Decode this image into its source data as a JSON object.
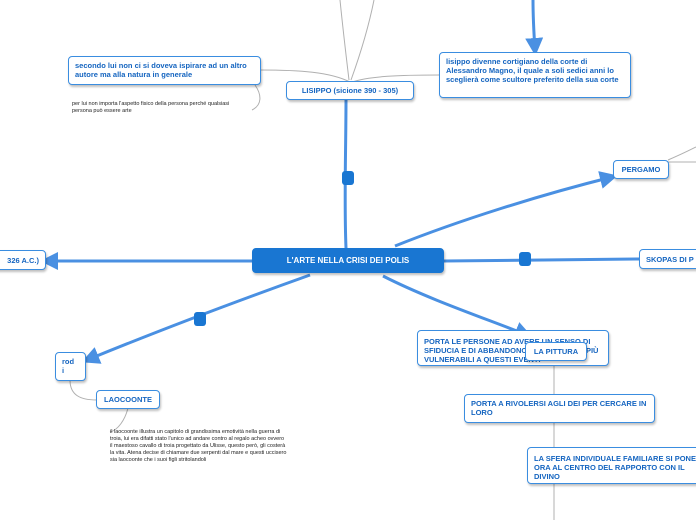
{
  "center": {
    "label": "L'ARTE NELLA CRISI DEI POLIS"
  },
  "nodes": {
    "lisippo": "LISIPPO (sicione 390 - 305)",
    "secondo_lui": "secondo lui non ci si doveva ispirare ad un altro autore ma alla natura in generale",
    "lisippo_corte": "lisippo divenne cortigiano della corte di Alessandro Magno, il quale a soli sedici anni lo sceglierà come scultore preferito della sua corte",
    "pergamo": "PERGAMO",
    "skopas": "SKOPAS DI P",
    "left_date": "326 A.C.)",
    "rodi": "rod\ni",
    "laocoonte": "LAOCOONTE",
    "porta_persone": "PORTA LE PERSONE AD AVERE UN SENSO DI SFIDUCIA E DI ABBANDONO, RENDENDOLE PIÙ VULNERABILI A QUESTI EVENTI",
    "la_pittura": "LA PITTURA",
    "porta_rivolgersi": "PORTA A RIVOLERSI AGLI DEI PER CERCARE IN LORO",
    "sfera": "LA SFERA INDIVIDUALE FAMILIARE SI PONE ORA AL CENTRO DEL RAPPORTO CON IL DIVINO"
  },
  "notes": {
    "persona": "per lui non importa l'aspetto fisico della persona perché qualsiasi persona può essere arte",
    "laocoonte_text": "il laocoonte illustra un capitolo di grandissima emotività nella guerra di troia, lui era difatti stato l'unico ad andare contro al regalo acheo ovvero il maestoso cavallo di troia progettato da Ulisse, questo però, gli costerà la vita. Atena decise di chiamare due serpenti dal mare e questi uccisero sia laocoonte che i suoi figli stritolandoli"
  },
  "colors": {
    "accent": "#1976d2",
    "link": "#4a90e2",
    "thin_link": "#b0b0b0"
  }
}
